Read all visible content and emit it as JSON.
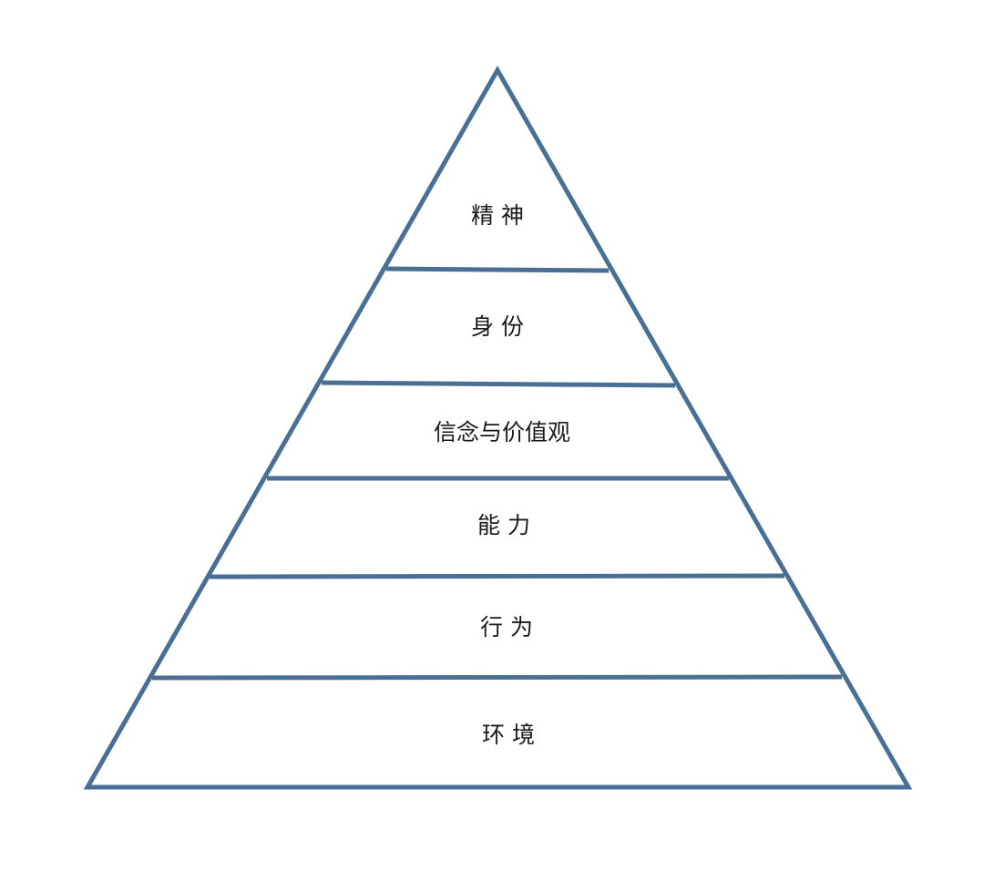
{
  "diagram": {
    "type": "pyramid",
    "stroke_color": "#4a6f95",
    "fill_color": "#ffffff",
    "text_color": "#1a1a1a",
    "layers_top_to_bottom": [
      {
        "label": "精 神"
      },
      {
        "label": "身 份"
      },
      {
        "label": "信念与价值观"
      },
      {
        "label": "能 力"
      },
      {
        "label": "行 为"
      },
      {
        "label": "环 境"
      }
    ]
  }
}
